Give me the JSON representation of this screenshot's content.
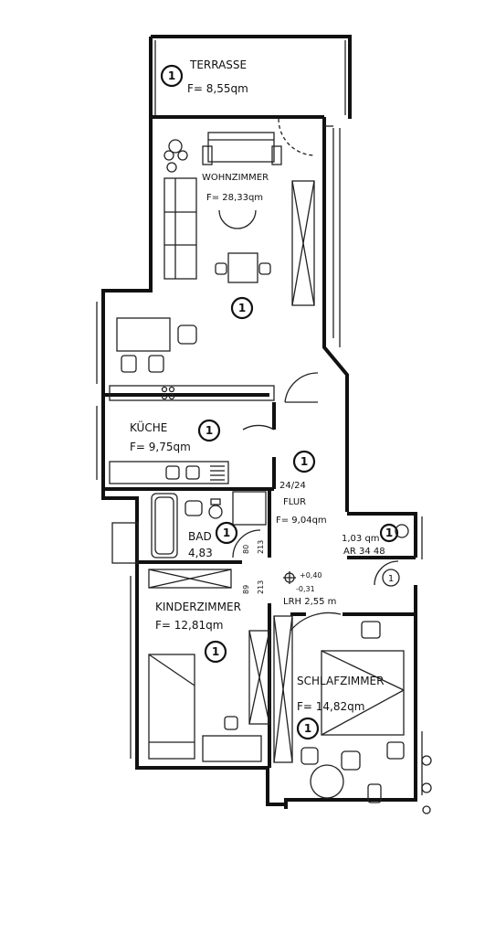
{
  "rooms": {
    "terrasse": {
      "name": "TERRASSE",
      "area": "F= 8,55qm",
      "unit": "1"
    },
    "wohnzimmer": {
      "name": "WOHNZIMMER",
      "area": "F= 28,33qm",
      "unit": "1"
    },
    "kueche": {
      "name": "KÜCHE",
      "area": "F= 9,75qm",
      "unit": "1"
    },
    "flur": {
      "name": "FLUR",
      "area": "F= 9,04qm",
      "unit": "1",
      "door_size": "24/24"
    },
    "bad": {
      "name": "BAD",
      "area": "4,83",
      "unit": "1"
    },
    "ar": {
      "name": "AR 34 48",
      "area": "1,03 qm",
      "unit": "1"
    },
    "kinderzimmer": {
      "name": "KINDERZIMMER",
      "area": "F= 12,81qm",
      "unit": "1"
    },
    "schlafzimmer": {
      "name": "SCHLAFZIMMER",
      "area": "F= 14,82qm",
      "unit": "1"
    }
  },
  "annotations": {
    "level_top": "+0,40",
    "level_bottom": "-0,31",
    "lrh": "LRH 2,55 m",
    "door_bad_a": "80",
    "door_bad_b": "213",
    "door_kinder_a": "89",
    "door_kinder_b": "213",
    "flur_badge_small": "1"
  }
}
